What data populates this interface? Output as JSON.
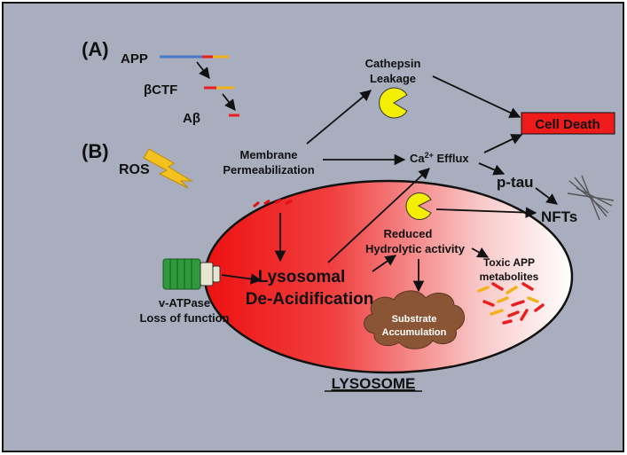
{
  "panels": {
    "a": "(A)",
    "b": "(B)"
  },
  "app_pathway": {
    "app": "APP",
    "bctf": "βCTF",
    "abeta": "Aβ"
  },
  "nodes": {
    "cathepsin_line1": "Cathepsin",
    "cathepsin_line2": "Leakage",
    "cell_death": "Cell Death",
    "ros": "ROS",
    "membrane_line1": "Membrane",
    "membrane_line2": "Permeabilization",
    "ca_efflux_prefix": "Ca",
    "ca_efflux_sup": "2+",
    "ca_efflux_suffix": " Efflux",
    "ptau": "p-tau",
    "nfts": "NFTs",
    "reduced_line1": "Reduced",
    "reduced_line2": "Hydrolytic activity",
    "toxic_line1": "Toxic APP",
    "toxic_line2": "metabolites",
    "lysosomal_line1": "Lysosomal",
    "lysosomal_line2": "De-Acidification",
    "substrate_line1": "Substrate",
    "substrate_line2": "Accumulation",
    "vatpase_line1": "v-ATPase",
    "vatpase_line2": "Loss of function",
    "lysosome": "LYSOSOME"
  },
  "colors": {
    "background": "#a8aebd",
    "border": "#111111",
    "cell_death_fill": "#ee1b1b",
    "lysosome_red": "#ee1111",
    "pacman": "#f4ee00",
    "app_blue": "#4a78c8",
    "app_red": "#e82020",
    "app_orange": "#f2b21c",
    "substrate_brown": "#8a5535",
    "atpase_green": "#2f9a3c",
    "lightning": "#f3c21e"
  },
  "icons": [
    "lightning-icon",
    "pacman-icon",
    "v-atpase-icon",
    "tangle-icon",
    "substrate-cloud-icon"
  ]
}
